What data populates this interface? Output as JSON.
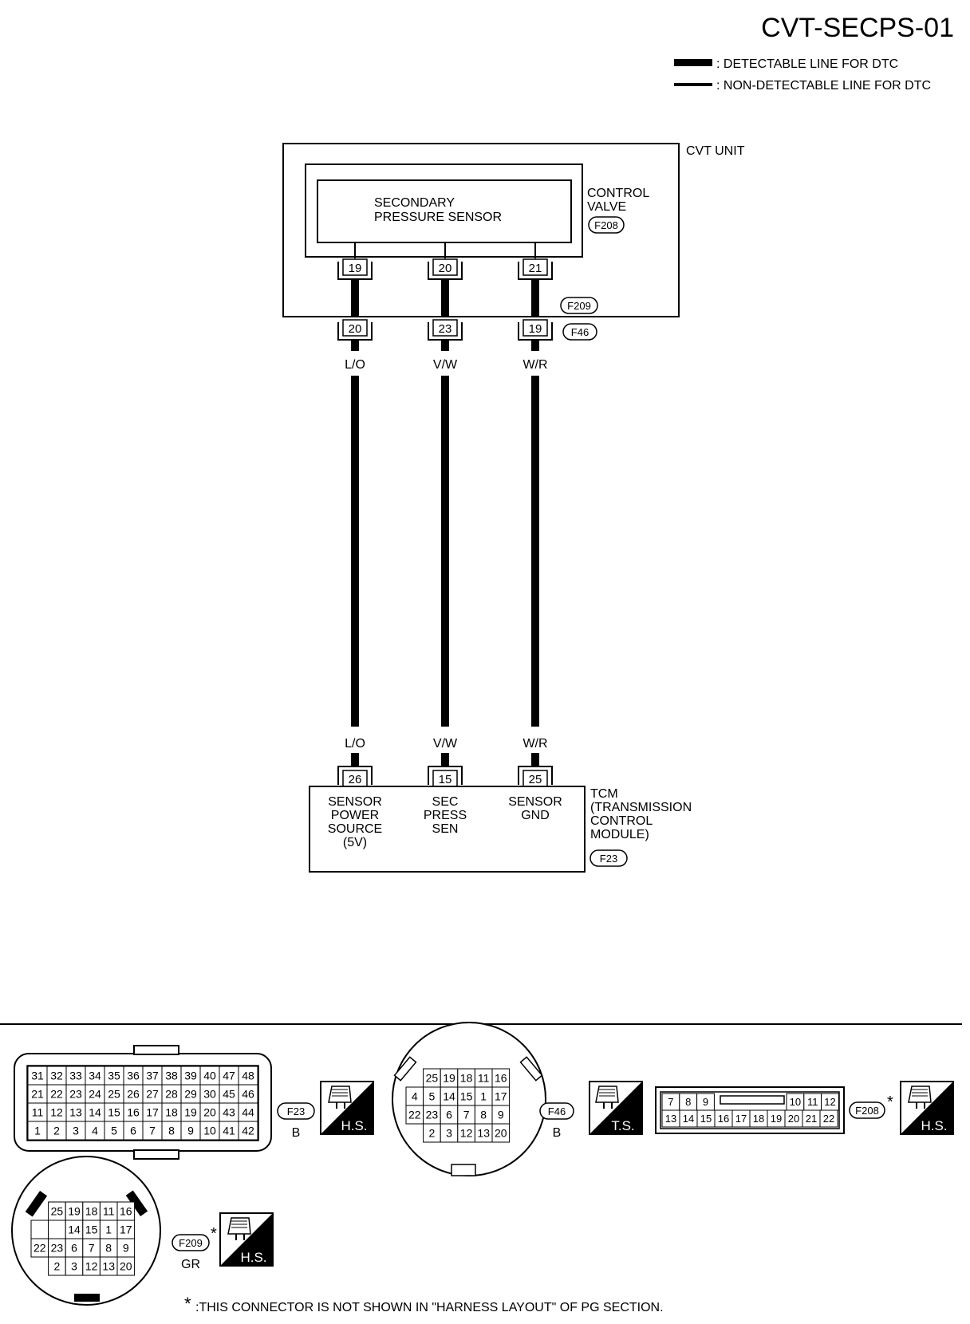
{
  "title": "CVT-SECPS-01",
  "legend": [
    {
      "label": ": DETECTABLE LINE FOR DTC"
    },
    {
      "label": ": NON-DETECTABLE LINE FOR DTC"
    }
  ],
  "cvt_unit": {
    "label": "CVT UNIT",
    "connector": "F209"
  },
  "control_valve": {
    "line1": "CONTROL",
    "line2": "VALVE",
    "connector": "F208"
  },
  "sensor": {
    "line1": "SECONDARY",
    "line2": "PRESSURE SENSOR"
  },
  "harness_connector": "F46",
  "wires": [
    {
      "sensor_pin": "19",
      "f46_pin": "20",
      "color": "L/O",
      "tcm_pin": "26",
      "tcm_label": [
        "SENSOR",
        "POWER",
        "SOURCE",
        "(5V)"
      ]
    },
    {
      "sensor_pin": "20",
      "f46_pin": "23",
      "color": "V/W",
      "tcm_pin": "15",
      "tcm_label": [
        "SEC",
        "PRESS",
        "SEN"
      ]
    },
    {
      "sensor_pin": "21",
      "f46_pin": "19",
      "color": "W/R",
      "tcm_pin": "25",
      "tcm_label": [
        "SENSOR",
        "GND"
      ]
    }
  ],
  "tcm": {
    "line1": "TCM",
    "line2": "(TRANSMISSION",
    "line3": "CONTROL",
    "line4": "MODULE)",
    "connector": "F23"
  },
  "connector_views": {
    "f23": {
      "id": "F23",
      "color": "B",
      "badge": "H.S.",
      "rows": [
        [
          "31",
          "32",
          "33",
          "34",
          "35",
          "36",
          "37",
          "38",
          "39",
          "40",
          "47",
          "48"
        ],
        [
          "21",
          "22",
          "23",
          "24",
          "25",
          "26",
          "27",
          "28",
          "29",
          "30",
          "45",
          "46"
        ],
        [
          "11",
          "12",
          "13",
          "14",
          "15",
          "16",
          "17",
          "18",
          "19",
          "20",
          "43",
          "44"
        ],
        [
          "1",
          "2",
          "3",
          "4",
          "5",
          "6",
          "7",
          "8",
          "9",
          "10",
          "41",
          "42"
        ]
      ]
    },
    "f46": {
      "id": "F46",
      "color": "B",
      "badge": "T.S.",
      "rows": [
        [
          "25",
          "19",
          "18",
          "11",
          "16"
        ],
        [
          "4",
          "5",
          "14",
          "15",
          "1",
          "17"
        ],
        [
          "22",
          "23",
          "6",
          "7",
          "8",
          "9"
        ],
        [
          "2",
          "3",
          "12",
          "13",
          "20"
        ]
      ]
    },
    "f208": {
      "id": "F208",
      "badge": "H.S.",
      "row1_left": [
        "7",
        "8",
        "9"
      ],
      "row1_right": [
        "10",
        "11",
        "12"
      ],
      "row2": [
        "13",
        "14",
        "15",
        "16",
        "17",
        "18",
        "19",
        "20",
        "21",
        "22"
      ]
    },
    "f209": {
      "id": "F209",
      "color": "GR",
      "badge": "H.S.",
      "rows": [
        [
          "25",
          "19",
          "18",
          "11",
          "16"
        ],
        [
          "",
          "",
          "14",
          "15",
          "1",
          "17"
        ],
        [
          "22",
          "23",
          "6",
          "7",
          "8",
          "9"
        ],
        [
          "2",
          "3",
          "12",
          "13",
          "20"
        ]
      ]
    }
  },
  "footnote": ":THIS CONNECTOR IS NOT SHOWN IN \"HARNESS LAYOUT\" OF PG SECTION."
}
